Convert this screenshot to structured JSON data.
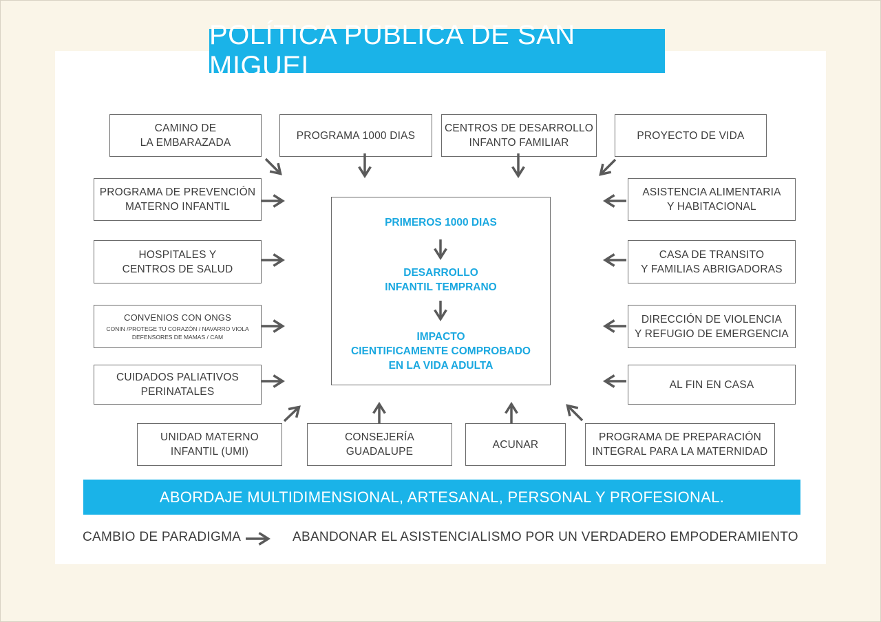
{
  "title": "POLÍTICA PUBLICA DE SAN MIGUEL",
  "top_boxes": [
    {
      "line1": "CAMINO DE",
      "line2": "LA EMBARAZADA"
    },
    {
      "line1": "PROGRAMA 1000 DIAS",
      "line2": ""
    },
    {
      "line1": "CENTROS DE DESARROLLO",
      "line2": "INFANTO FAMILIAR"
    },
    {
      "line1": "PROYECTO DE VIDA",
      "line2": ""
    }
  ],
  "left_boxes": [
    {
      "line1": "PROGRAMA DE PREVENCIÓN",
      "line2": "MATERNO INFANTIL"
    },
    {
      "line1": "HOSPITALES Y",
      "line2": "CENTROS DE SALUD"
    },
    {
      "line1": "CONVENIOS CON ONGS",
      "line2": "CONIN /PROTEGE TU CORAZÓN / NAVARRO VIOLA",
      "line3": "DEFENSORES DE MAMAS / CAM"
    },
    {
      "line1": "CUIDADOS PALIATIVOS",
      "line2": "PERINATALES"
    }
  ],
  "right_boxes": [
    {
      "line1": "ASISTENCIA ALIMENTARIA",
      "line2": "Y HABITACIONAL"
    },
    {
      "line1": "CASA DE TRANSITO",
      "line2": "Y FAMILIAS ABRIGADORAS"
    },
    {
      "line1": "DIRECCIÓN DE VIOLENCIA",
      "line2": "Y REFUGIO DE EMERGENCIA"
    },
    {
      "line1": "AL FIN EN CASA",
      "line2": ""
    }
  ],
  "bottom_boxes": [
    {
      "line1": "UNIDAD MATERNO",
      "line2": "INFANTIL (UMI)"
    },
    {
      "line1": "CONSEJERÍA",
      "line2": "GUADALUPE"
    },
    {
      "line1": "ACUNAR",
      "line2": ""
    },
    {
      "line1": "PROGRAMA DE  PREPARACIÓN",
      "line2": "INTEGRAL PARA LA MATERNIDAD"
    }
  ],
  "center": {
    "step1": "PRIMEROS 1000 DIAS",
    "step2_line1": "DESARROLLO",
    "step2_line2": "INFANTIL TEMPRANO",
    "step3_line1": "IMPACTO",
    "step3_line2": "CIENTIFICAMENTE COMPROBADO",
    "step3_line3": "EN LA VIDA ADULTA"
  },
  "banner": "ABORDAJE MULTIDIMENSIONAL,  ARTESANAL, PERSONAL Y PROFESIONAL.",
  "footer": {
    "left": "CAMBIO DE PARADIGMA",
    "right": "ABANDONAR EL ASISTENCIALISMO POR UN VERDADERO EMPODERAMIENTO"
  },
  "colors": {
    "accent": "#1ab3e8",
    "text": "#3d3d3d",
    "arrow": "#5a5a5a",
    "background": "#faf5e8"
  }
}
